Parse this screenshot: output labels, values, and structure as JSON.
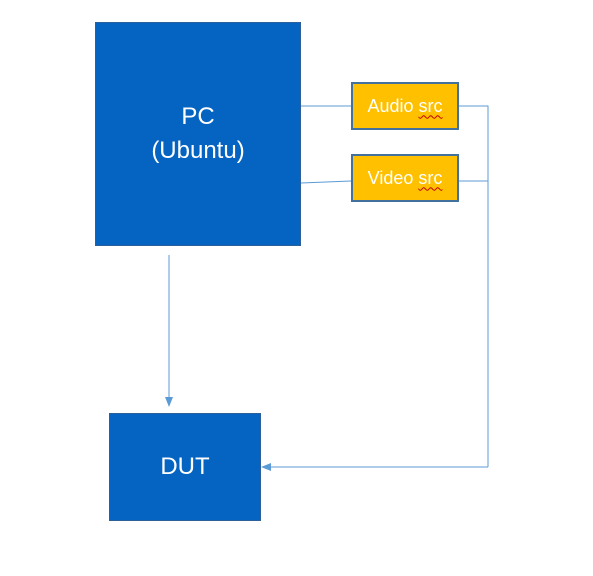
{
  "nodes": {
    "pc": {
      "line1": "PC",
      "line2": "(Ubuntu)"
    },
    "audio_src": {
      "name": "Audio",
      "tag": "src"
    },
    "video_src": {
      "name": "Video",
      "tag": "src"
    },
    "dut": {
      "label": "DUT"
    }
  },
  "colors": {
    "node_fill": "#0563c1",
    "source_fill": "#ffc000",
    "source_border": "#41719c",
    "connector": "#5b9bd5"
  }
}
